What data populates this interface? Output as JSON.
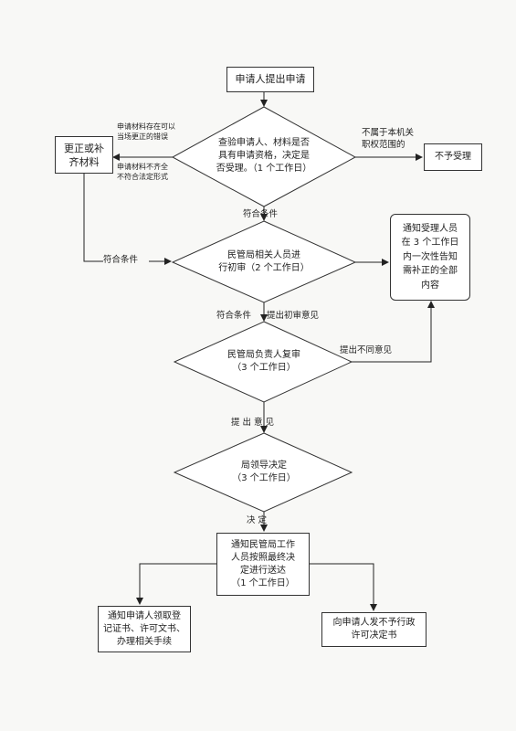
{
  "nodes": {
    "start": "申请人提出申请",
    "check": "查验申请人、材料是否\n具有申请资格，决定是\n否受理。（1 个工作日）",
    "correct": "更正或补\n齐材料",
    "reject": "不予受理",
    "initial_review": "民管局相关人员进\n行初审（2 个工作日）",
    "notify_supplement": "通知受理人员\n在 3 个工作日\n内一次性告知\n需补正的全部\n内容",
    "director_review": "民管局负责人复审\n（3 个工作日）",
    "leader_decision": "局领导决定\n（3 个工作日）",
    "notify_staff": "通知民管局工作\n人员按照最终决\n定进行送达\n（1 个工作日）",
    "notify_applicant": "通知申请人领取登\n记证书、许可文书、\n办理相关手续",
    "issue_rejection": "向申请人发不予行政\n许可决定书"
  },
  "labels": {
    "correctable": "申请材料存在可以\n当场更正的错误",
    "incomplete": "申请材料不齐全\n不符合法定形式",
    "not_in_scope": "不属于本机关\n职权范围的",
    "meets_1": "符合条件",
    "meets_2": "符合条件",
    "meets_3": "符合条件",
    "initial_opinion": "提出初审意见",
    "disagree": "提出不同意见",
    "propose_opinion": "提 出  意 见",
    "decision": "决  定"
  }
}
